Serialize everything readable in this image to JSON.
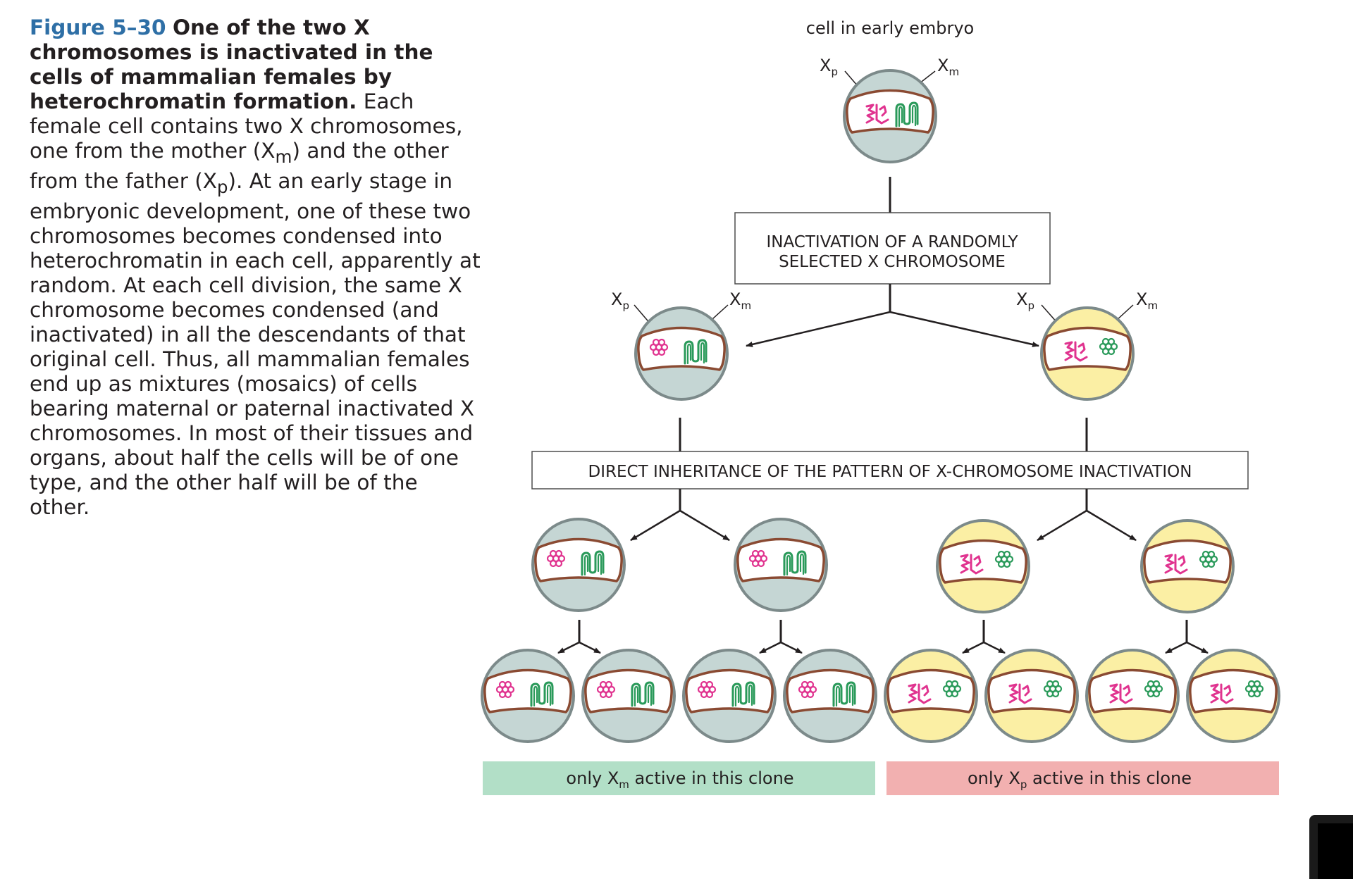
{
  "caption": {
    "label": "Figure 5–30",
    "title": "One of the two X chromosomes is inactivated in the cells of mammalian females by heterochromatin formation.",
    "body_1": "Each female cell contains two X chromosomes, one from the mother (X",
    "sub_m": "m",
    "body_2": ") and the other from the father (X",
    "sub_p": "p",
    "body_3": "). At an early stage in embryonic development, one of these two chromosomes becomes condensed into heterochromatin in each cell, apparently at random. At each cell division, the same X chromosome becomes condensed (and inactivated) in all the descendants of that original cell. Thus, all mammalian females end up as mixtures (mosaics) of cells bearing maternal or paternal inactivated X chromosomes. In most of their tissues and organs, about half the cells will be of one type, and the other half will be of the other."
  },
  "diagram": {
    "top_label": "cell in early embryo",
    "x": "X",
    "sub_p": "p",
    "sub_m": "m",
    "step1_line1": "INACTIVATION OF A RANDOMLY",
    "step1_line2": "SELECTED X CHROMOSOME",
    "step2": "DIRECT INHERITANCE OF THE PATTERN OF X-CHROMOSOME INACTIVATION",
    "clone_green_pre": "only X",
    "clone_green_sub": "m",
    "clone_green_post": " active in this clone",
    "clone_pink_pre": "only X",
    "clone_pink_sub": "p",
    "clone_pink_post": " active in this clone"
  },
  "colors": {
    "cell_grey": "#c5d6d4",
    "cell_yellow": "#fbefa4",
    "cell_border": "#7c8a8a",
    "nucleus_border": "#8a4a32",
    "xp_pink": "#e0338f",
    "xm_green": "#2a9a5a",
    "clone_green_bg": "#b2dfc7",
    "clone_pink_bg": "#f2b0b0"
  }
}
